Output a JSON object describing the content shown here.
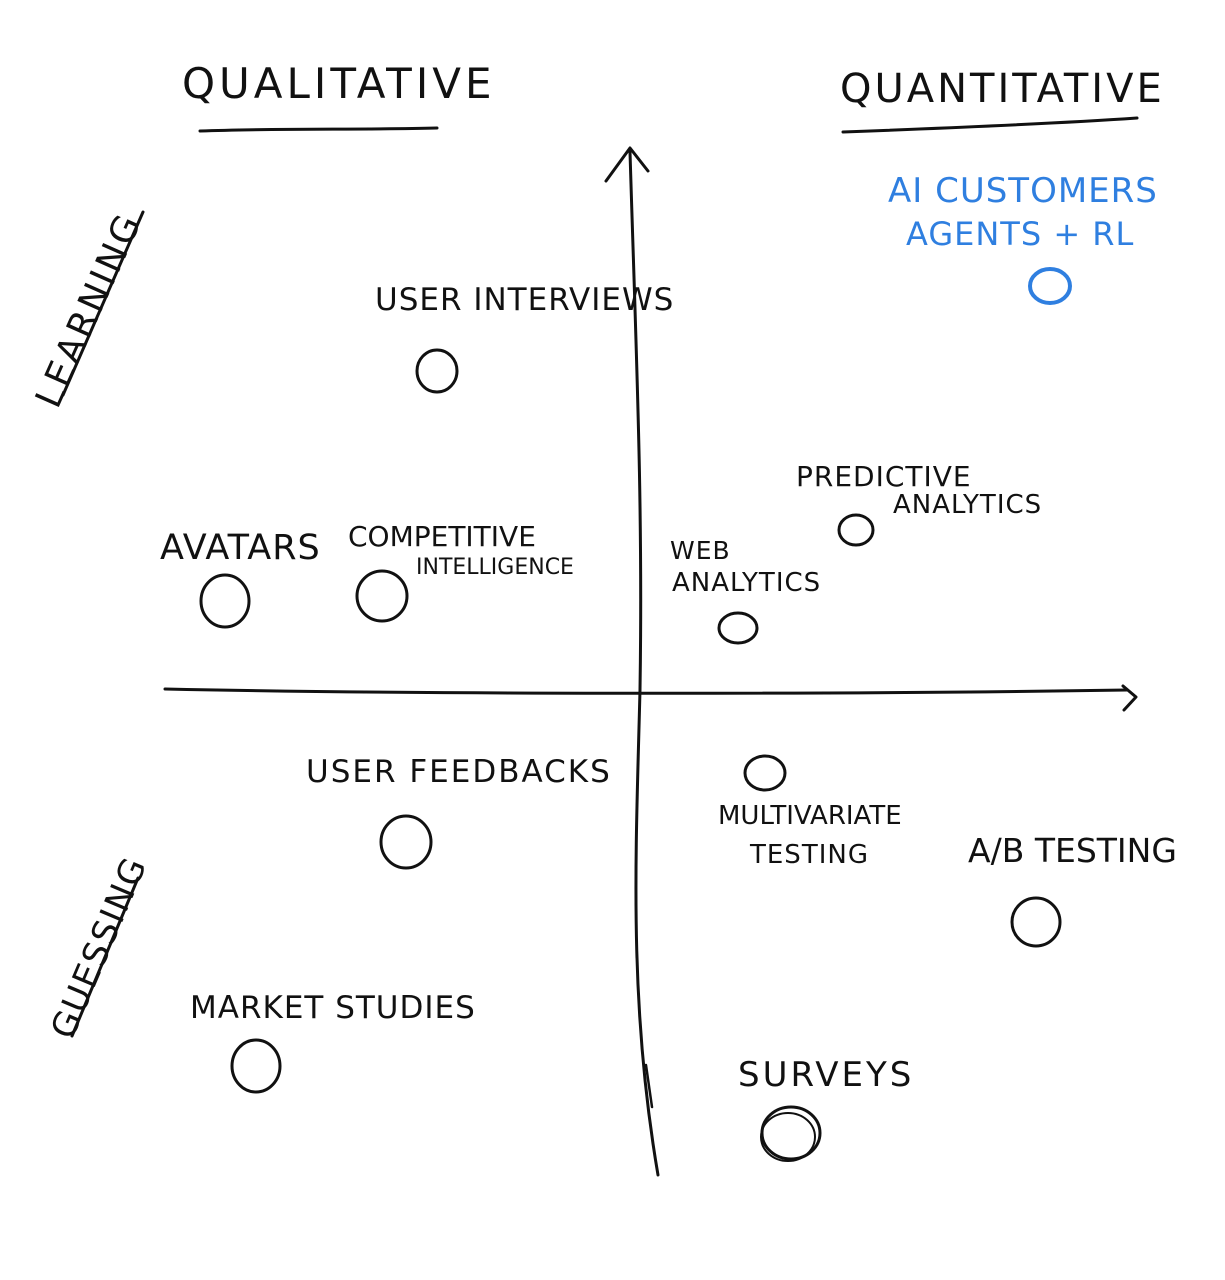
{
  "headers": {
    "qualitative": "QUALITATIVE",
    "quantitative": "QUANTITATIVE",
    "learning": "LEARNING",
    "guessing": "GUESSING"
  },
  "items": {
    "user_interviews": "USER INTERVIEWS",
    "avatars": "AVATARS",
    "competitive_1": "COMPETITIVE",
    "competitive_2": "INTELLIGENCE",
    "web_1": "WEB",
    "web_2": "ANALYTICS",
    "predictive_1": "PREDICTIVE",
    "predictive_2": "ANALYTICS",
    "ai_1": "Ai CUSTOMERS",
    "ai_2": "AGENTS + RL",
    "user_feedbacks": "USER FEEDBACKS",
    "multivariate_1": "MULTIVARIATE",
    "multivariate_2": "TESTING",
    "ab_testing": "A/B TESTING",
    "market_studies": "MARKET STUDIES",
    "surveys": "SURVEYS"
  },
  "colors": {
    "ink": "#111111",
    "highlight": "#2f7fe0"
  }
}
